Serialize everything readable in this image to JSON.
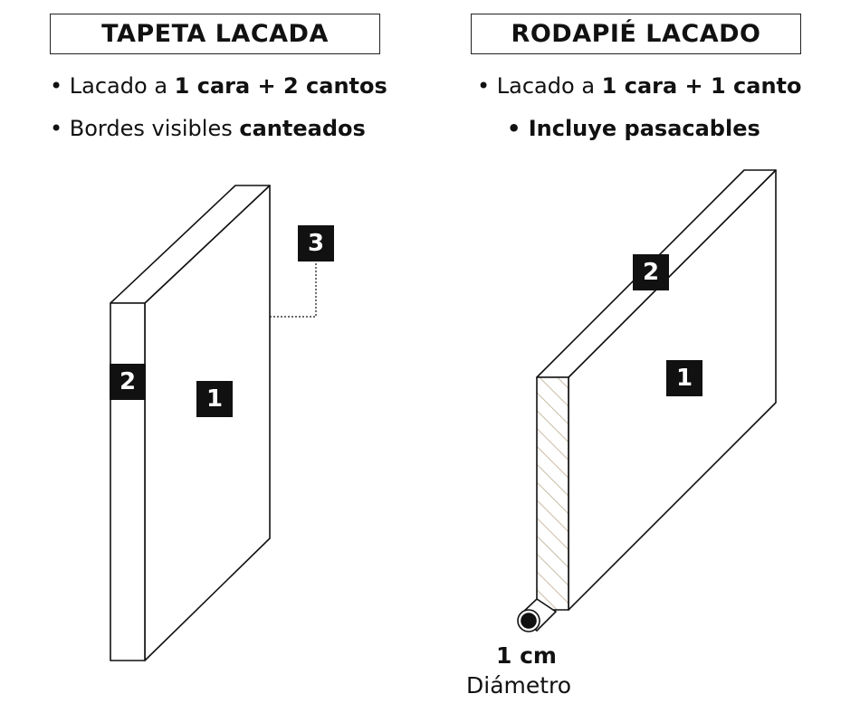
{
  "left_panel": {
    "title": "TAPETA LACADA",
    "bullet1": {
      "prefix": "• Lacado a ",
      "bold": "1 cara + 2 cantos"
    },
    "bullet2": {
      "prefix": "• Bordes visibles ",
      "bold": "canteados"
    },
    "badges": {
      "face": "1",
      "edge": "2",
      "side_edge": "3"
    }
  },
  "right_panel": {
    "title": "RODAPIÉ LACADO",
    "bullet1": {
      "prefix": "• Lacado a ",
      "bold": "1 cara + 1 canto"
    },
    "bullet2": "• Incluye pasacables",
    "badges": {
      "face": "1",
      "edge": "2"
    },
    "dimension": {
      "value": "1 cm",
      "label": "Diámetro"
    }
  },
  "colors": {
    "ink": "#111111",
    "hatch": "#c8bca4",
    "background": "#ffffff"
  }
}
